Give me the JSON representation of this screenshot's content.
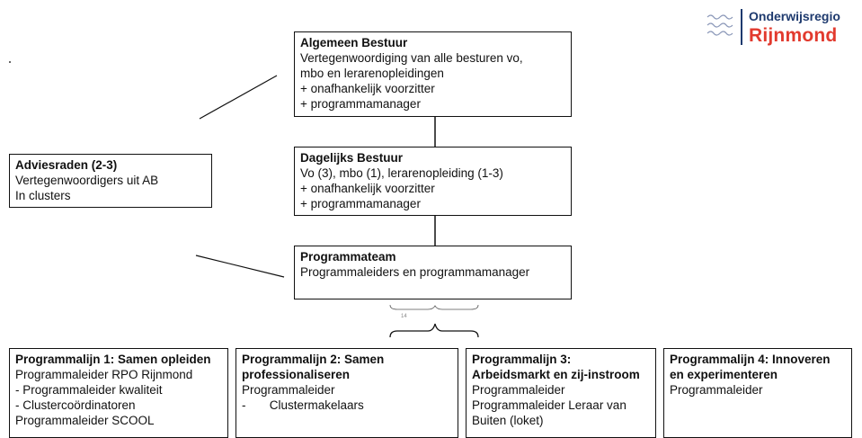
{
  "logo": {
    "line1": "Onderwijsregio",
    "line2": "Rijnmond",
    "colors": {
      "navy": "#1e3a6e",
      "red": "#e23a2e"
    }
  },
  "boxes": {
    "algemeen_bestuur": {
      "title": "Algemeen Bestuur",
      "lines": [
        "Vertegenwoordiging van alle besturen vo,",
        "mbo en lerarenopleidingen",
        "+ onafhankelijk voorzitter",
        "+ programmamanager"
      ]
    },
    "dagelijks_bestuur": {
      "title": "Dagelijks Bestuur",
      "lines": [
        "Vo (3), mbo (1), lerarenopleiding (1-3)",
        "+ onafhankelijk voorzitter",
        "+ programmamanager"
      ]
    },
    "adviesraden": {
      "title": "Adviesraden (2-3)",
      "lines": [
        "Vertegenwoordigers uit AB",
        "In clusters"
      ]
    },
    "programmateam": {
      "title": "Programmateam",
      "lines": [
        "Programmaleiders en programmamanager"
      ]
    },
    "programmalijn_1": {
      "title": "Programmalijn 1: Samen opleiden",
      "lines": [
        "Programmaleider RPO Rijnmond",
        "- Programmaleider kwaliteit",
        "- Clustercoördinatoren",
        "Programmaleider SCOOL"
      ]
    },
    "programmalijn_2": {
      "title_lines": [
        "Programmalijn 2: Samen",
        "professionaliseren"
      ],
      "lines": [
        "Programmaleider",
        "-       Clustermakelaars"
      ]
    },
    "programmalijn_3": {
      "title_lines": [
        "Programmalijn 3:",
        "Arbeidsmarkt en zij-instroom"
      ],
      "lines": [
        "Programmaleider",
        "Programmaleider Leraar van",
        "Buiten (loket)"
      ]
    },
    "programmalijn_4": {
      "title_lines": [
        "Programmalijn 4: Innoveren",
        "en experimenteren"
      ],
      "lines": [
        "Programmaleider"
      ]
    }
  },
  "brace_label": "14"
}
